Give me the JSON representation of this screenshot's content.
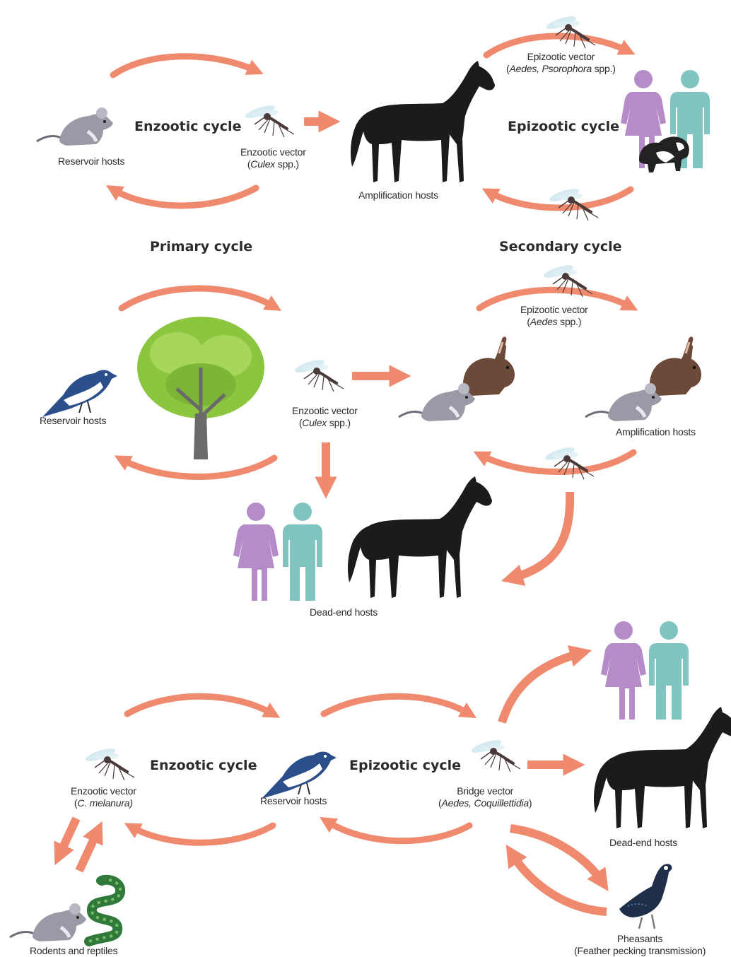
{
  "colors": {
    "arrow": "#ef8a6f",
    "woman": "#b58cc7",
    "man": "#7fc4c0",
    "horse": "#1b1b1b",
    "rodent": "#9a9aa6",
    "rabbit": "#6b4a3a",
    "tree_leaf": "#8cc63f",
    "tree_trunk": "#6a6a6a",
    "bird": "#2b4f8a",
    "snake": "#2f7a3a",
    "pheasant": "#1f2f4a",
    "mosquito": "#4a3a3a"
  },
  "icons": [
    "rodent-icon",
    "mosquito-icon",
    "horse-icon",
    "woman-icon",
    "man-icon",
    "dog-icon",
    "tree-icon",
    "bird-icon",
    "rabbit-icon",
    "snake-icon",
    "pheasant-icon"
  ],
  "panel1": {
    "enzootic_title": "Enzootic cycle",
    "epizootic_title": "Epizootic cycle",
    "reservoir_label": "Reservoir hosts",
    "vector_line1": "Enzootic vector",
    "vector_genus": "Culex",
    "vector_suffix": " spp.)",
    "amplification_label": "Amplification hosts",
    "epi_vector_line1": "Epizootic vector",
    "epi_vector_genus": "Aedes, Psorophora",
    "epi_vector_suffix": " spp.)"
  },
  "panel2": {
    "primary_title": "Primary cycle",
    "secondary_title": "Secondary cycle",
    "reservoir_label": "Reservoir hosts",
    "vector_line1": "Enzootic vector",
    "vector_genus": "Culex",
    "vector_suffix": " spp.)",
    "epi_vector_line1": "Epizootic vector",
    "epi_vector_genus": "Aedes",
    "epi_vector_suffix": " spp.)",
    "amplification_label": "Amplification hosts",
    "deadend_label": "Dead-end hosts"
  },
  "panel3": {
    "enzootic_title": "Enzootic cycle",
    "epizootic_title": "Epizootic cycle",
    "enz_vector_line1": "Enzootic vector",
    "enz_vector_species": "C. melanura)",
    "reservoir_label": "Reservoir hosts",
    "bridge_line1": "Bridge vector",
    "bridge_genus": "Aedes, Coquillettidia",
    "deadend_label": "Dead-end hosts",
    "rodents_label": "Rodents and reptiles",
    "pheasants_line1": "Pheasants",
    "pheasants_line2": "(Feather pecking transmission)"
  }
}
